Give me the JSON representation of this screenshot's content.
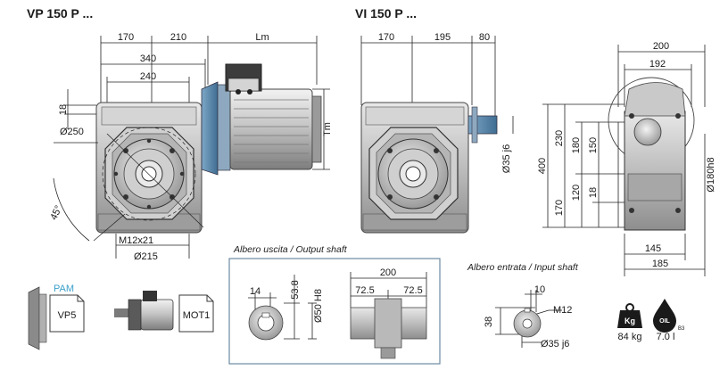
{
  "titles": {
    "left": "VP 150 P ...",
    "right": "VI 150 P ..."
  },
  "dims": {
    "vp_170": "170",
    "vp_210": "210",
    "vp_lm": "Lm",
    "vp_340": "340",
    "vp_240": "240",
    "vp_18": "18",
    "vp_250": "Ø250",
    "vp_tm": "Tm",
    "vp_45": "45°",
    "vp_m12x21": "M12x21",
    "vp_215": "Ø215",
    "vi_170": "170",
    "vi_195": "195",
    "vi_80": "80",
    "vi_35j6": "Ø35 j6",
    "s_200": "200",
    "s_192": "192",
    "s_400": "400",
    "s_230": "230",
    "s_180": "180",
    "s_150": "150",
    "s_170": "170",
    "s_120": "120",
    "s_18": "18",
    "s_180h8": "Ø180h8",
    "s_145": "145",
    "s_185": "185"
  },
  "output_shaft": {
    "caption": "Albero uscita / Output shaft",
    "d14": "14",
    "d538": "53.8",
    "d50": "Ø50 H8",
    "d200": "200",
    "d725a": "72.5",
    "d725b": "72.5"
  },
  "input_shaft": {
    "caption": "Albero entrata / Input shaft",
    "d10": "10",
    "dm12": "M12",
    "d38": "38",
    "d35": "Ø35 j6"
  },
  "pam": {
    "label": "PAM",
    "value": "VP5"
  },
  "mot": {
    "value": "MOT1"
  },
  "weight": {
    "icon_text": "Kg",
    "value": "84 kg"
  },
  "oil": {
    "icon_text": "OIL",
    "sub": "B3",
    "value": "7.0 l"
  },
  "colors": {
    "pam": "#3aa0c8",
    "frame": "#6b8aa3"
  }
}
